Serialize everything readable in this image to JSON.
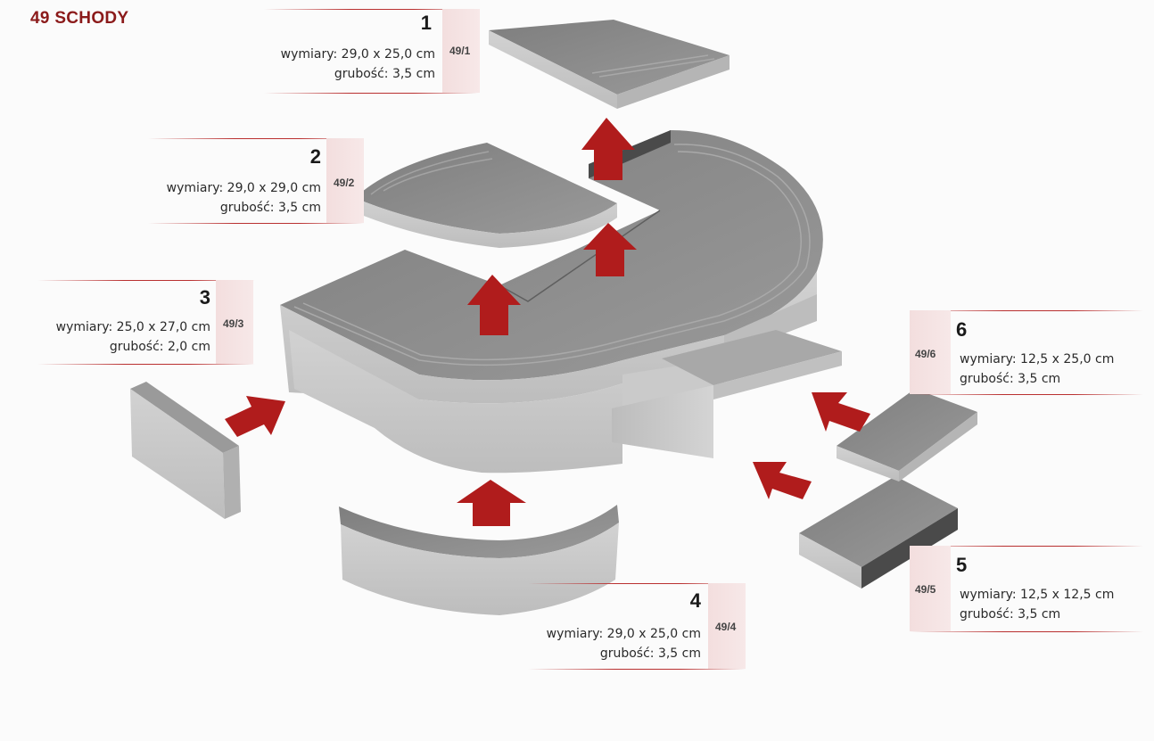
{
  "title": "49 SCHODY",
  "items": [
    {
      "number": "1",
      "code": "49/1",
      "dimensions": "wymiary: 29,0 x 25,0 cm",
      "thickness": "grubość: 3,5 cm"
    },
    {
      "number": "2",
      "code": "49/2",
      "dimensions": "wymiary: 29,0 x 29,0 cm",
      "thickness": "grubość: 3,5 cm"
    },
    {
      "number": "3",
      "code": "49/3",
      "dimensions": "wymiary: 25,0 x 27,0 cm",
      "thickness": "grubość: 2,0 cm"
    },
    {
      "number": "4",
      "code": "49/4",
      "dimensions": "wymiary: 29,0 x 25,0 cm",
      "thickness": "grubość: 3,5 cm"
    },
    {
      "number": "5",
      "code": "49/5",
      "dimensions": "wymiary: 12,5 x 12,5 cm",
      "thickness": "grubość: 3,5 cm"
    },
    {
      "number": "6",
      "code": "49/6",
      "dimensions": "wymiary: 12,5 x 25,0 cm",
      "thickness": "grubość: 3,5 cm"
    }
  ],
  "colors": {
    "title": "#8b1a1a",
    "arrow": "#b01c1c",
    "stone_top": "#8f8f8f",
    "stone_side": "#c9c9c9",
    "accent_line": "#b93030",
    "tag_bg": "#f3dede"
  }
}
